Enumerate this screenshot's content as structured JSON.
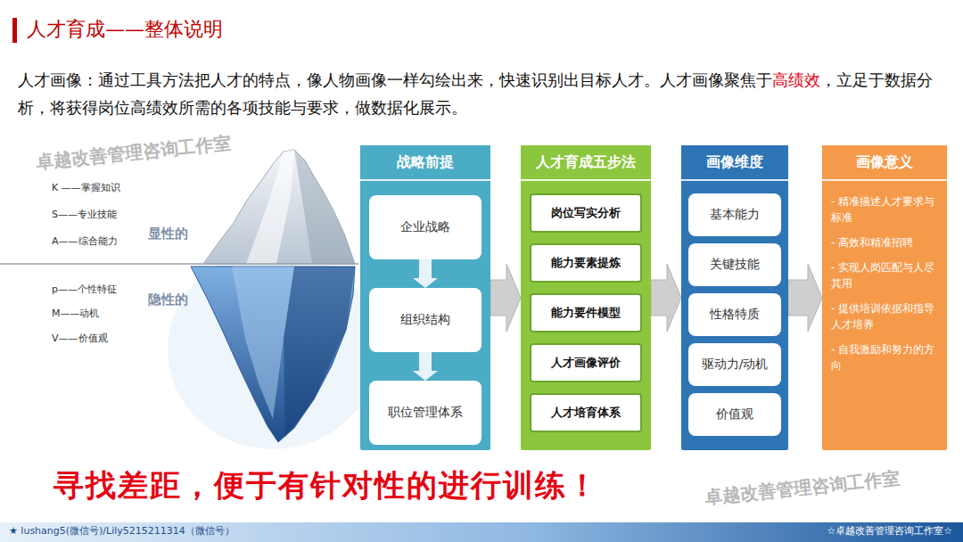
{
  "diagram": {
    "title": "人才育成——整体说明",
    "nodes": [
      {
        "text": [
          "战略前提"
        ]
      },
      {
        "text": [
          "企业战略"
        ],
        "in": 0
      },
      {
        "text": [
          "组织结构"
        ],
        "in": 0
      },
      {
        "text": [
          "职位管理体系"
        ],
        "in": 0
      },
      {
        "text": [
          "人才育成五步法"
        ]
      },
      {
        "text": [
          "岗位写实分析"
        ],
        "in": 4
      },
      {
        "text": [
          "能力要素提炼"
        ],
        "in": 4
      },
      {
        "text": [
          "能力要件模型"
        ],
        "in": 4
      },
      {
        "text": [
          "人才画像评价"
        ],
        "in": 4
      },
      {
        "text": [
          "人才培育体系"
        ],
        "in": 4
      },
      {
        "text": [
          "画像维度"
        ]
      },
      {
        "text": [
          "基本能力"
        ],
        "in": 10
      },
      {
        "text": [
          "关键技能"
        ],
        "in": 10
      },
      {
        "text": [
          "性格特质"
        ],
        "in": 10
      },
      {
        "text": [
          "驱动力/动机"
        ],
        "in": 10
      },
      {
        "text": [
          "价值观"
        ],
        "in": 10
      },
      {
        "text": [
          "画像意义",
          "- 精准描述人才要求与标准",
          "- 高效和精准招聘",
          "- 实现人岗匹配与人尽其用",
          "- 提供培训依据和指导人才培养",
          "- 自我激励和努力的方向"
        ]
      }
    ],
    "edges": [
      {
        "from": 1,
        "to": 2,
        "arrow": "to"
      },
      {
        "from": 2,
        "to": 3,
        "arrow": "to"
      },
      {
        "from": 0,
        "to": 4,
        "arrow": "to"
      },
      {
        "from": 4,
        "to": 10,
        "arrow": "to"
      },
      {
        "from": 10,
        "to": 16,
        "arrow": "to"
      }
    ],
    "labels": [
      "人才画像：通过工具方法把人才的特点，像人物画像一样勾绘出来，快速识别出目标人才。人才画像聚焦于",
      "高绩效",
      "，立足于数据分析，将获得岗位高绩效所需的各项技能与要求，做数据化展示。",
      "K ——掌握知识",
      "S——专业技能",
      "A——综合能力",
      "显性的",
      "p——个性特征",
      "M——动机",
      "V——价值观",
      "隐性的",
      "寻找差距，便于有针对性的进行训练！",
      "★ lushang5(微信号)/Lily5215211314（微信号）",
      "☆卓越改善管理咨询工作室☆",
      "卓越改善管理咨询工作室",
      "卓越改善管理咨询工作室"
    ]
  }
}
